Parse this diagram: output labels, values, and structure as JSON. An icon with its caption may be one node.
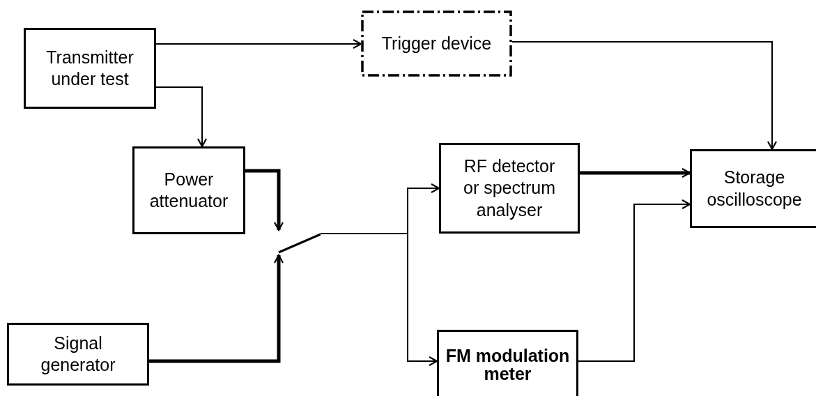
{
  "diagram": {
    "nodes": [
      {
        "text": [
          "Transmitter under test"
        ]
      },
      {
        "text": [
          "Trigger device"
        ]
      },
      {
        "text": [
          "Power attenuator"
        ]
      },
      {
        "text": [],
        "shape": "switch"
      },
      {
        "text": [
          "Signal generator"
        ]
      },
      {
        "text": [
          "RF detector or spectrum analyser"
        ]
      },
      {
        "text": [
          "FM modulation meter"
        ]
      },
      {
        "text": [
          "Storage oscilloscope"
        ]
      }
    ],
    "edges": [
      {
        "from": 0,
        "to": 1,
        "arrow": "to"
      },
      {
        "from": 1,
        "to": 7,
        "arrow": "to"
      },
      {
        "from": 0,
        "to": 2,
        "arrow": "to"
      },
      {
        "from": 2,
        "to": 3,
        "arrow": "to",
        "style": "thick"
      },
      {
        "from": 4,
        "to": 3,
        "arrow": "to",
        "style": "thick"
      },
      {
        "from": 3,
        "to": 5,
        "arrow": "to"
      },
      {
        "from": 3,
        "to": 6,
        "arrow": "to"
      },
      {
        "from": 5,
        "to": 7,
        "arrow": "to",
        "style": "thick"
      },
      {
        "from": 6,
        "to": 7,
        "arrow": "to"
      }
    ]
  }
}
